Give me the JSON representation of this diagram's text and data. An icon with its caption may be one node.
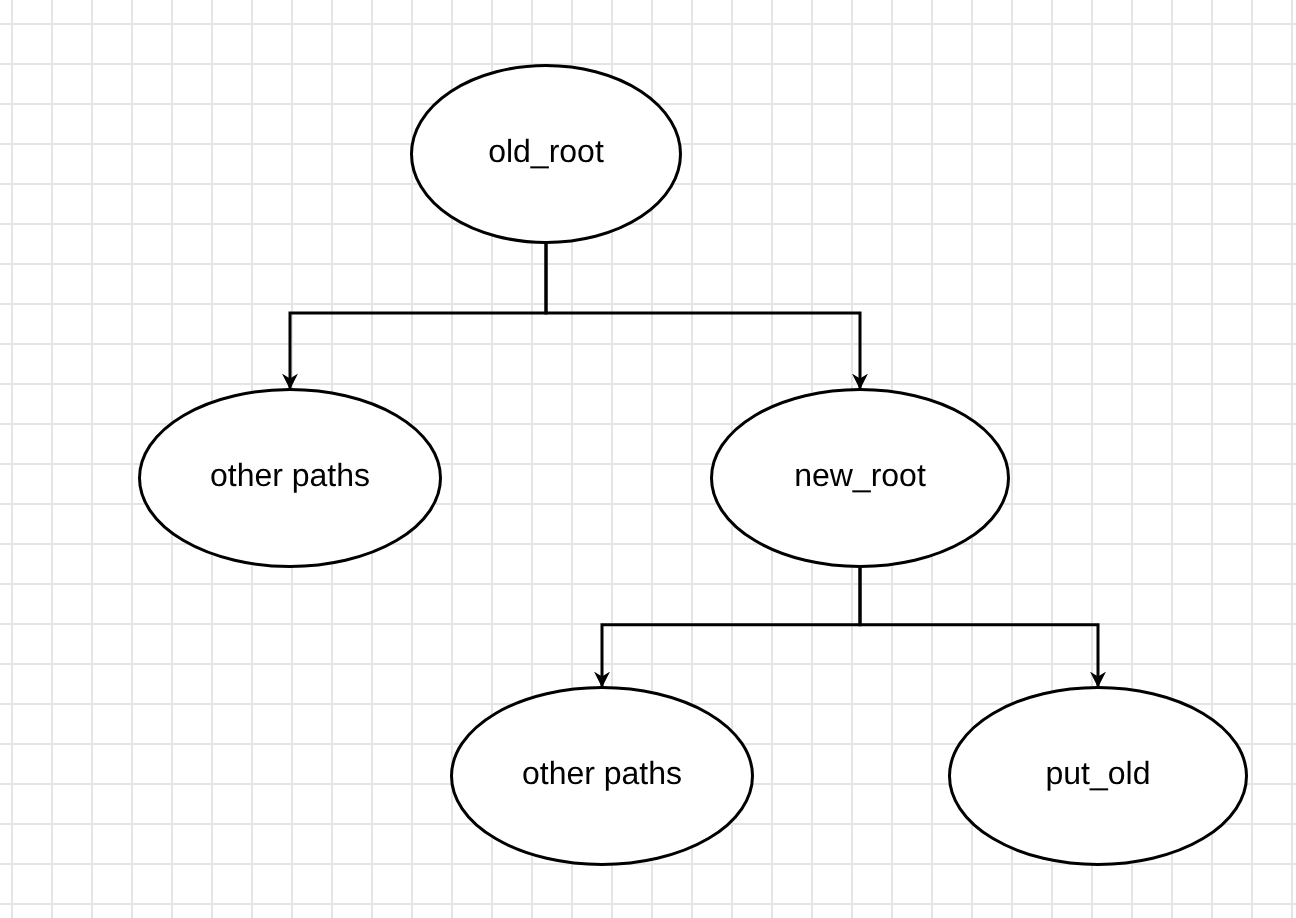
{
  "diagram": {
    "nodes": [
      {
        "text": [
          "old_root"
        ]
      },
      {
        "text": [
          "other paths"
        ]
      },
      {
        "text": [
          "new_root"
        ]
      },
      {
        "text": [
          "other paths"
        ]
      },
      {
        "text": [
          "put_old"
        ]
      }
    ],
    "edges": [
      {
        "from": 0,
        "to": 1,
        "arrow": "to"
      },
      {
        "from": 0,
        "to": 2,
        "arrow": "to"
      },
      {
        "from": 2,
        "to": 3,
        "arrow": "to"
      },
      {
        "from": 2,
        "to": 4,
        "arrow": "to"
      }
    ]
  }
}
